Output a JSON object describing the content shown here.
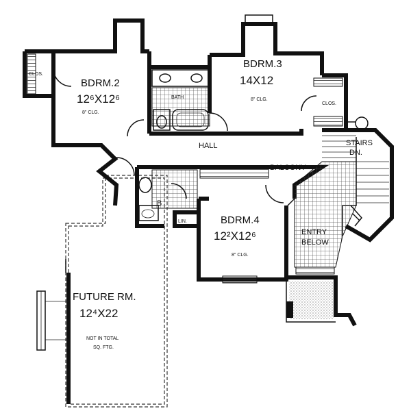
{
  "rooms": {
    "closet_left": "CLOS.",
    "bedroom2": {
      "name": "BDRM.2",
      "size": "12⁶X12⁶",
      "ceiling": "8\" CLG."
    },
    "bath": "BATH",
    "bedroom3": {
      "name": "BDRM.3",
      "size": "14X12",
      "ceiling": "8\" CLG."
    },
    "closet_right": "CLOS.",
    "hall": "HALL",
    "stairs": {
      "line1": "STAIRS",
      "line2": "DN."
    },
    "balcony": "BALCONY",
    "bath2_mark": "B",
    "linen": "LIN.",
    "bedroom4": {
      "name": "BDRM.4",
      "size": "12²X12⁶",
      "ceiling": "8\" CLG."
    },
    "entry": {
      "line1": "ENTRY",
      "line2": "BELOW"
    },
    "future_room": {
      "name": "FUTURE RM.",
      "size": "12⁴X22",
      "note1": "NOT IN TOTAL",
      "note2": "SQ. FTG."
    }
  }
}
